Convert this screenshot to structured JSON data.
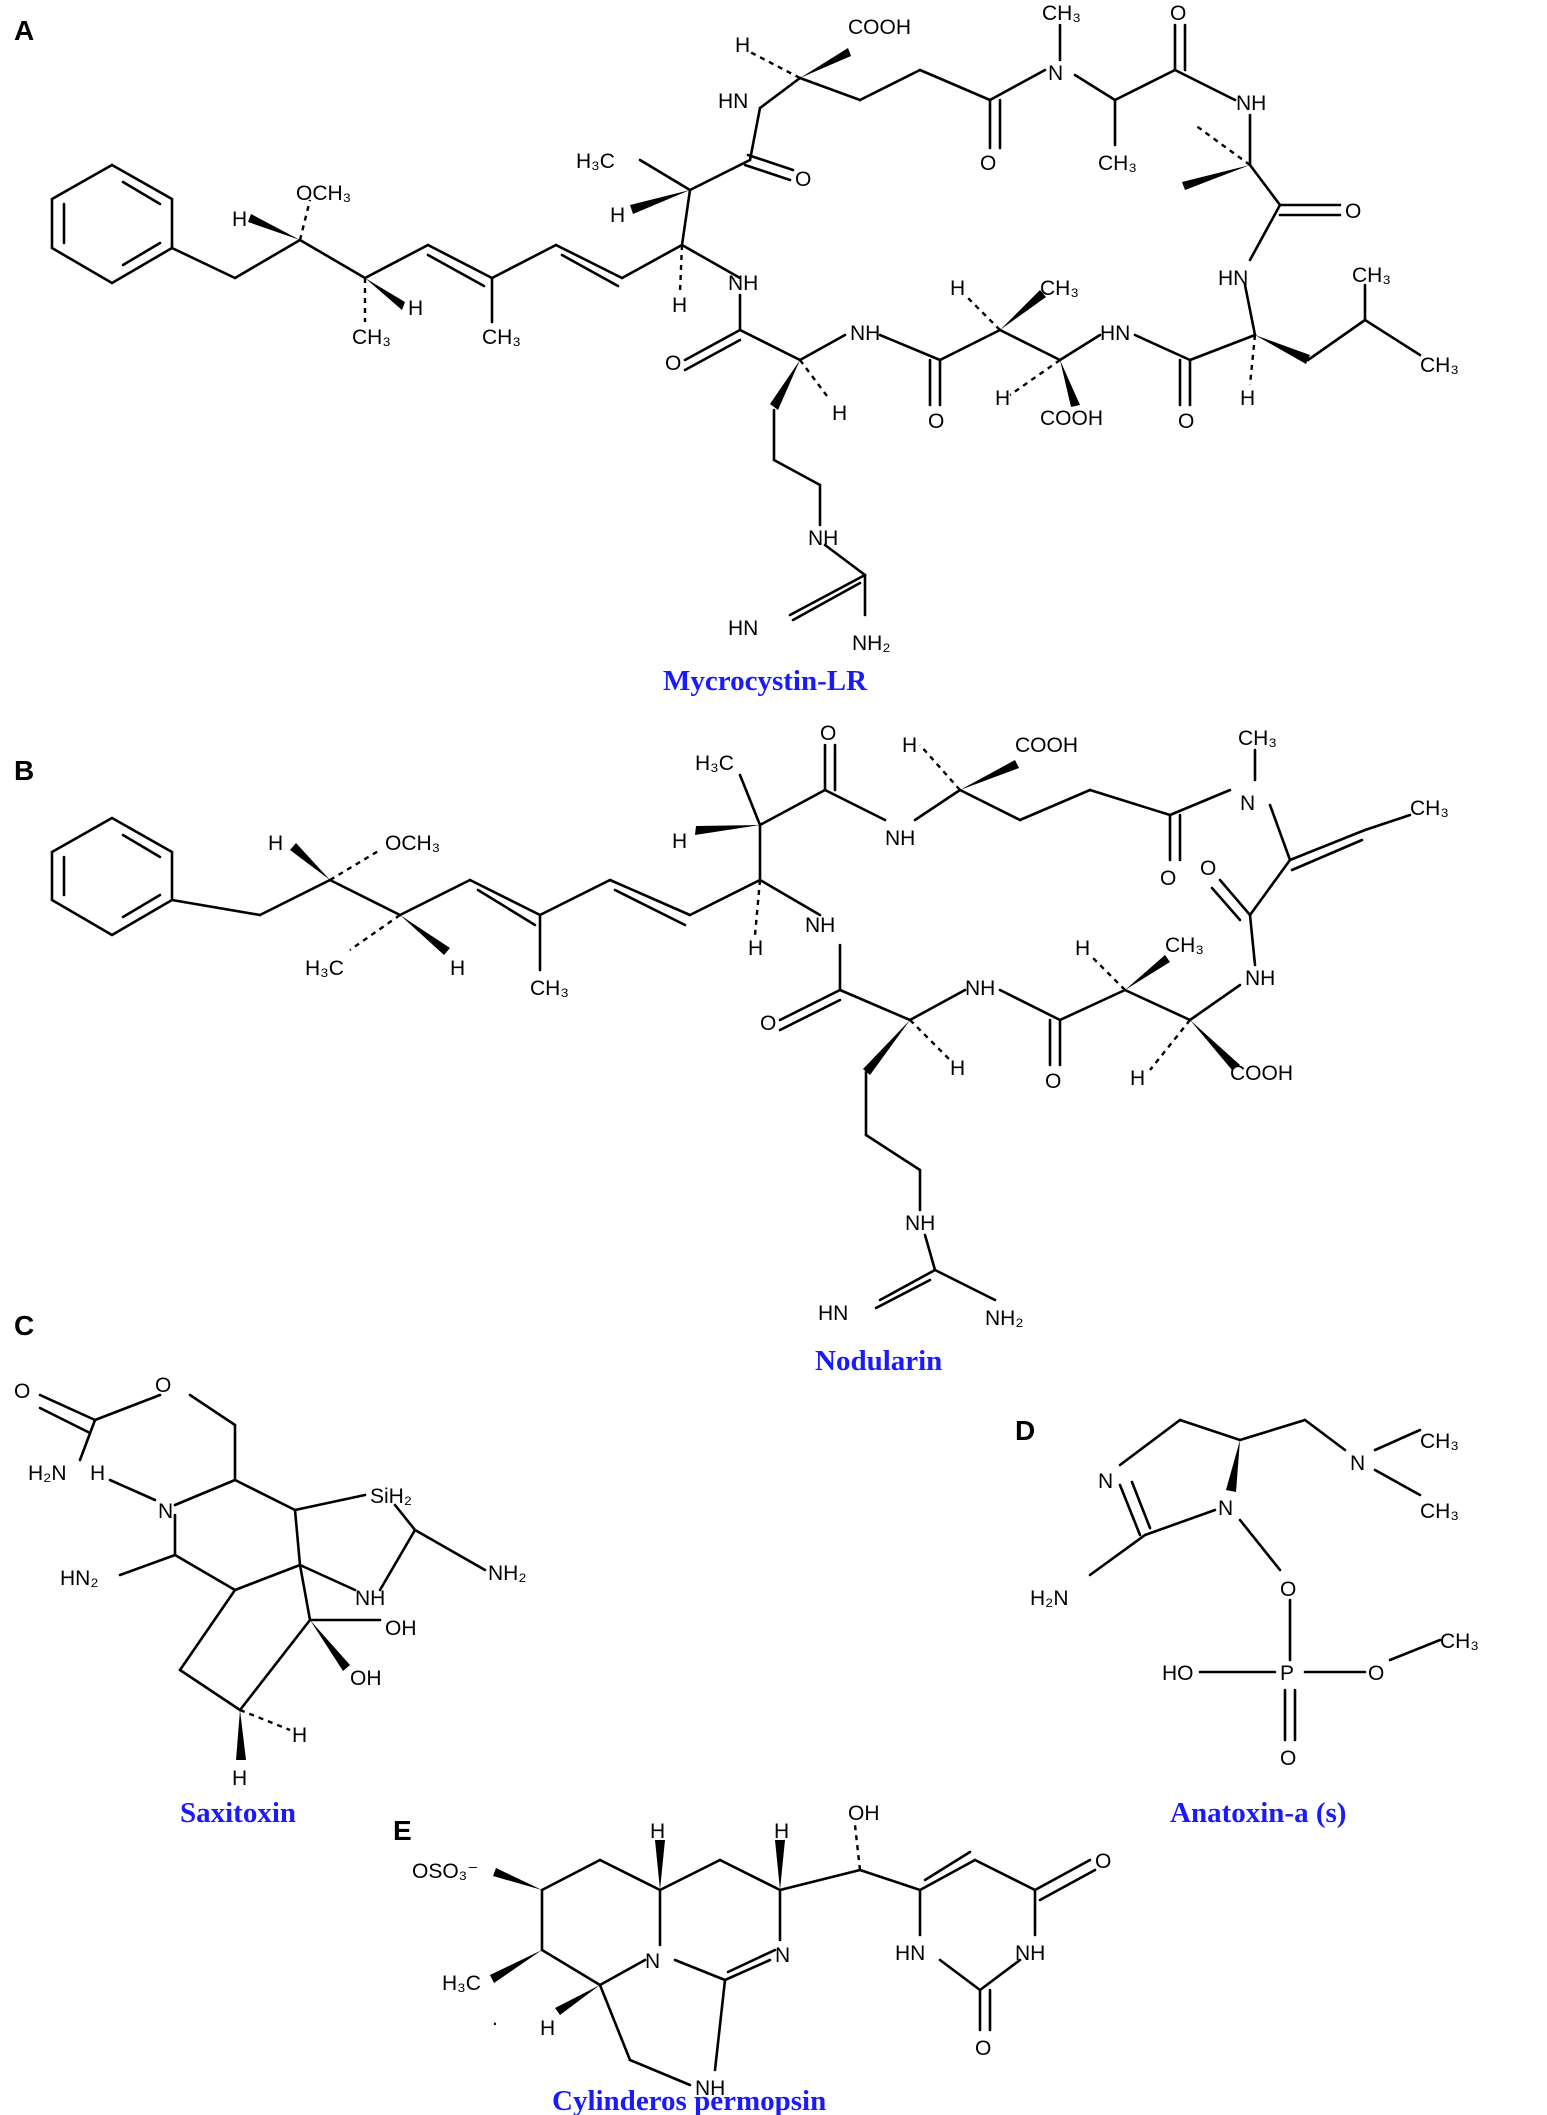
{
  "panels": {
    "A": {
      "letter": "A",
      "name": "Mycrocystin-LR"
    },
    "B": {
      "letter": "B",
      "name": "Nodularin"
    },
    "C": {
      "letter": "C",
      "name": "Saxitoxin"
    },
    "D": {
      "letter": "D",
      "name": "Anatoxin-a (s)"
    },
    "E": {
      "letter": "E",
      "name": "Cylinderos permopsin"
    }
  },
  "labels": {
    "COOH": "COOH",
    "H": "H",
    "HN": "HN",
    "NH": "NH",
    "N": "N",
    "O": "O",
    "CH3": "CH₃",
    "H3C": "H₃C",
    "OCH3": "OCH₃",
    "NH2": "NH₂",
    "HN2": "HN₂",
    "H2N": "H₂N",
    "SiH2": "SiH₂",
    "OH": "OH",
    "HO": "HO",
    "P": "P",
    "OSO3": "OSO₃⁻",
    "dot": "."
  }
}
